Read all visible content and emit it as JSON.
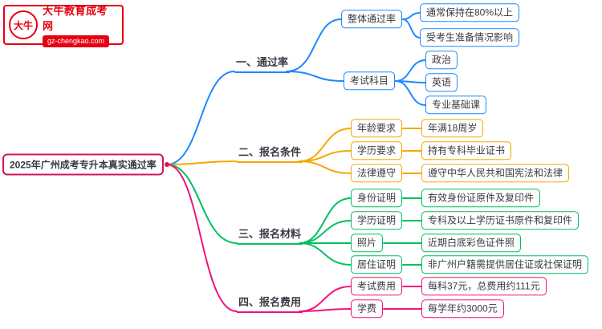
{
  "logo": {
    "icon_text": "大牛",
    "title": "大牛教育成考网",
    "subtitle": "gz-chengkao.com"
  },
  "root": {
    "label": "2025年广州成考专升本真实通过率"
  },
  "colors": {
    "brand_red": "#e60012",
    "root_border": "#d2145a",
    "branch1_blue": "#1e88ff",
    "branch2_orange": "#f5a800",
    "branch3_green": "#00c060",
    "branch4_pink": "#f0147e"
  },
  "branches": [
    {
      "label": "一、通过率",
      "color": "#1e88ff",
      "children": [
        {
          "label": "整体通过率",
          "leaves": [
            "通常保持在80%以上",
            "受考生准备情况影响"
          ]
        },
        {
          "label": "考试科目",
          "leaves": [
            "政治",
            "英语",
            "专业基础课"
          ]
        }
      ]
    },
    {
      "label": "二、报名条件",
      "color": "#f5a800",
      "children": [
        {
          "label": "年龄要求",
          "leaves": [
            "年满18周岁"
          ]
        },
        {
          "label": "学历要求",
          "leaves": [
            "持有专科毕业证书"
          ]
        },
        {
          "label": "法律遵守",
          "leaves": [
            "遵守中华人民共和国宪法和法律"
          ]
        }
      ]
    },
    {
      "label": "三、报名材料",
      "color": "#00c060",
      "children": [
        {
          "label": "身份证明",
          "leaves": [
            "有效身份证原件及复印件"
          ]
        },
        {
          "label": "学历证明",
          "leaves": [
            "专科及以上学历证书原件和复印件"
          ]
        },
        {
          "label": "照片",
          "leaves": [
            "近期白底彩色证件照"
          ]
        },
        {
          "label": "居住证明",
          "leaves": [
            "非广州户籍需提供居住证或社保证明"
          ]
        }
      ]
    },
    {
      "label": "四、报名费用",
      "color": "#f0147e",
      "children": [
        {
          "label": "考试费用",
          "leaves": [
            "每科37元，总费用约111元"
          ]
        },
        {
          "label": "学费",
          "leaves": [
            "每学年约3000元"
          ]
        }
      ]
    }
  ]
}
